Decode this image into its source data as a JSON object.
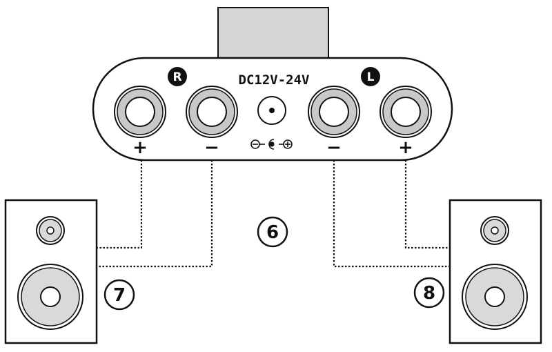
{
  "amplifier": {
    "power_label": "DC12V-24V",
    "right_badge": "R",
    "left_badge": "L",
    "terminals": {
      "right_plus": "+",
      "right_minus": "−",
      "left_minus": "−",
      "left_plus": "+"
    },
    "polarity_symbol": "⊖-●-⊕"
  },
  "callouts": {
    "amplifier": "6",
    "left_speaker": "7",
    "right_speaker": "8"
  },
  "colors": {
    "line": "#111111",
    "jack_ring": "#c8c8c8",
    "cone_fill": "#d9d9d9",
    "background": "#ffffff"
  }
}
